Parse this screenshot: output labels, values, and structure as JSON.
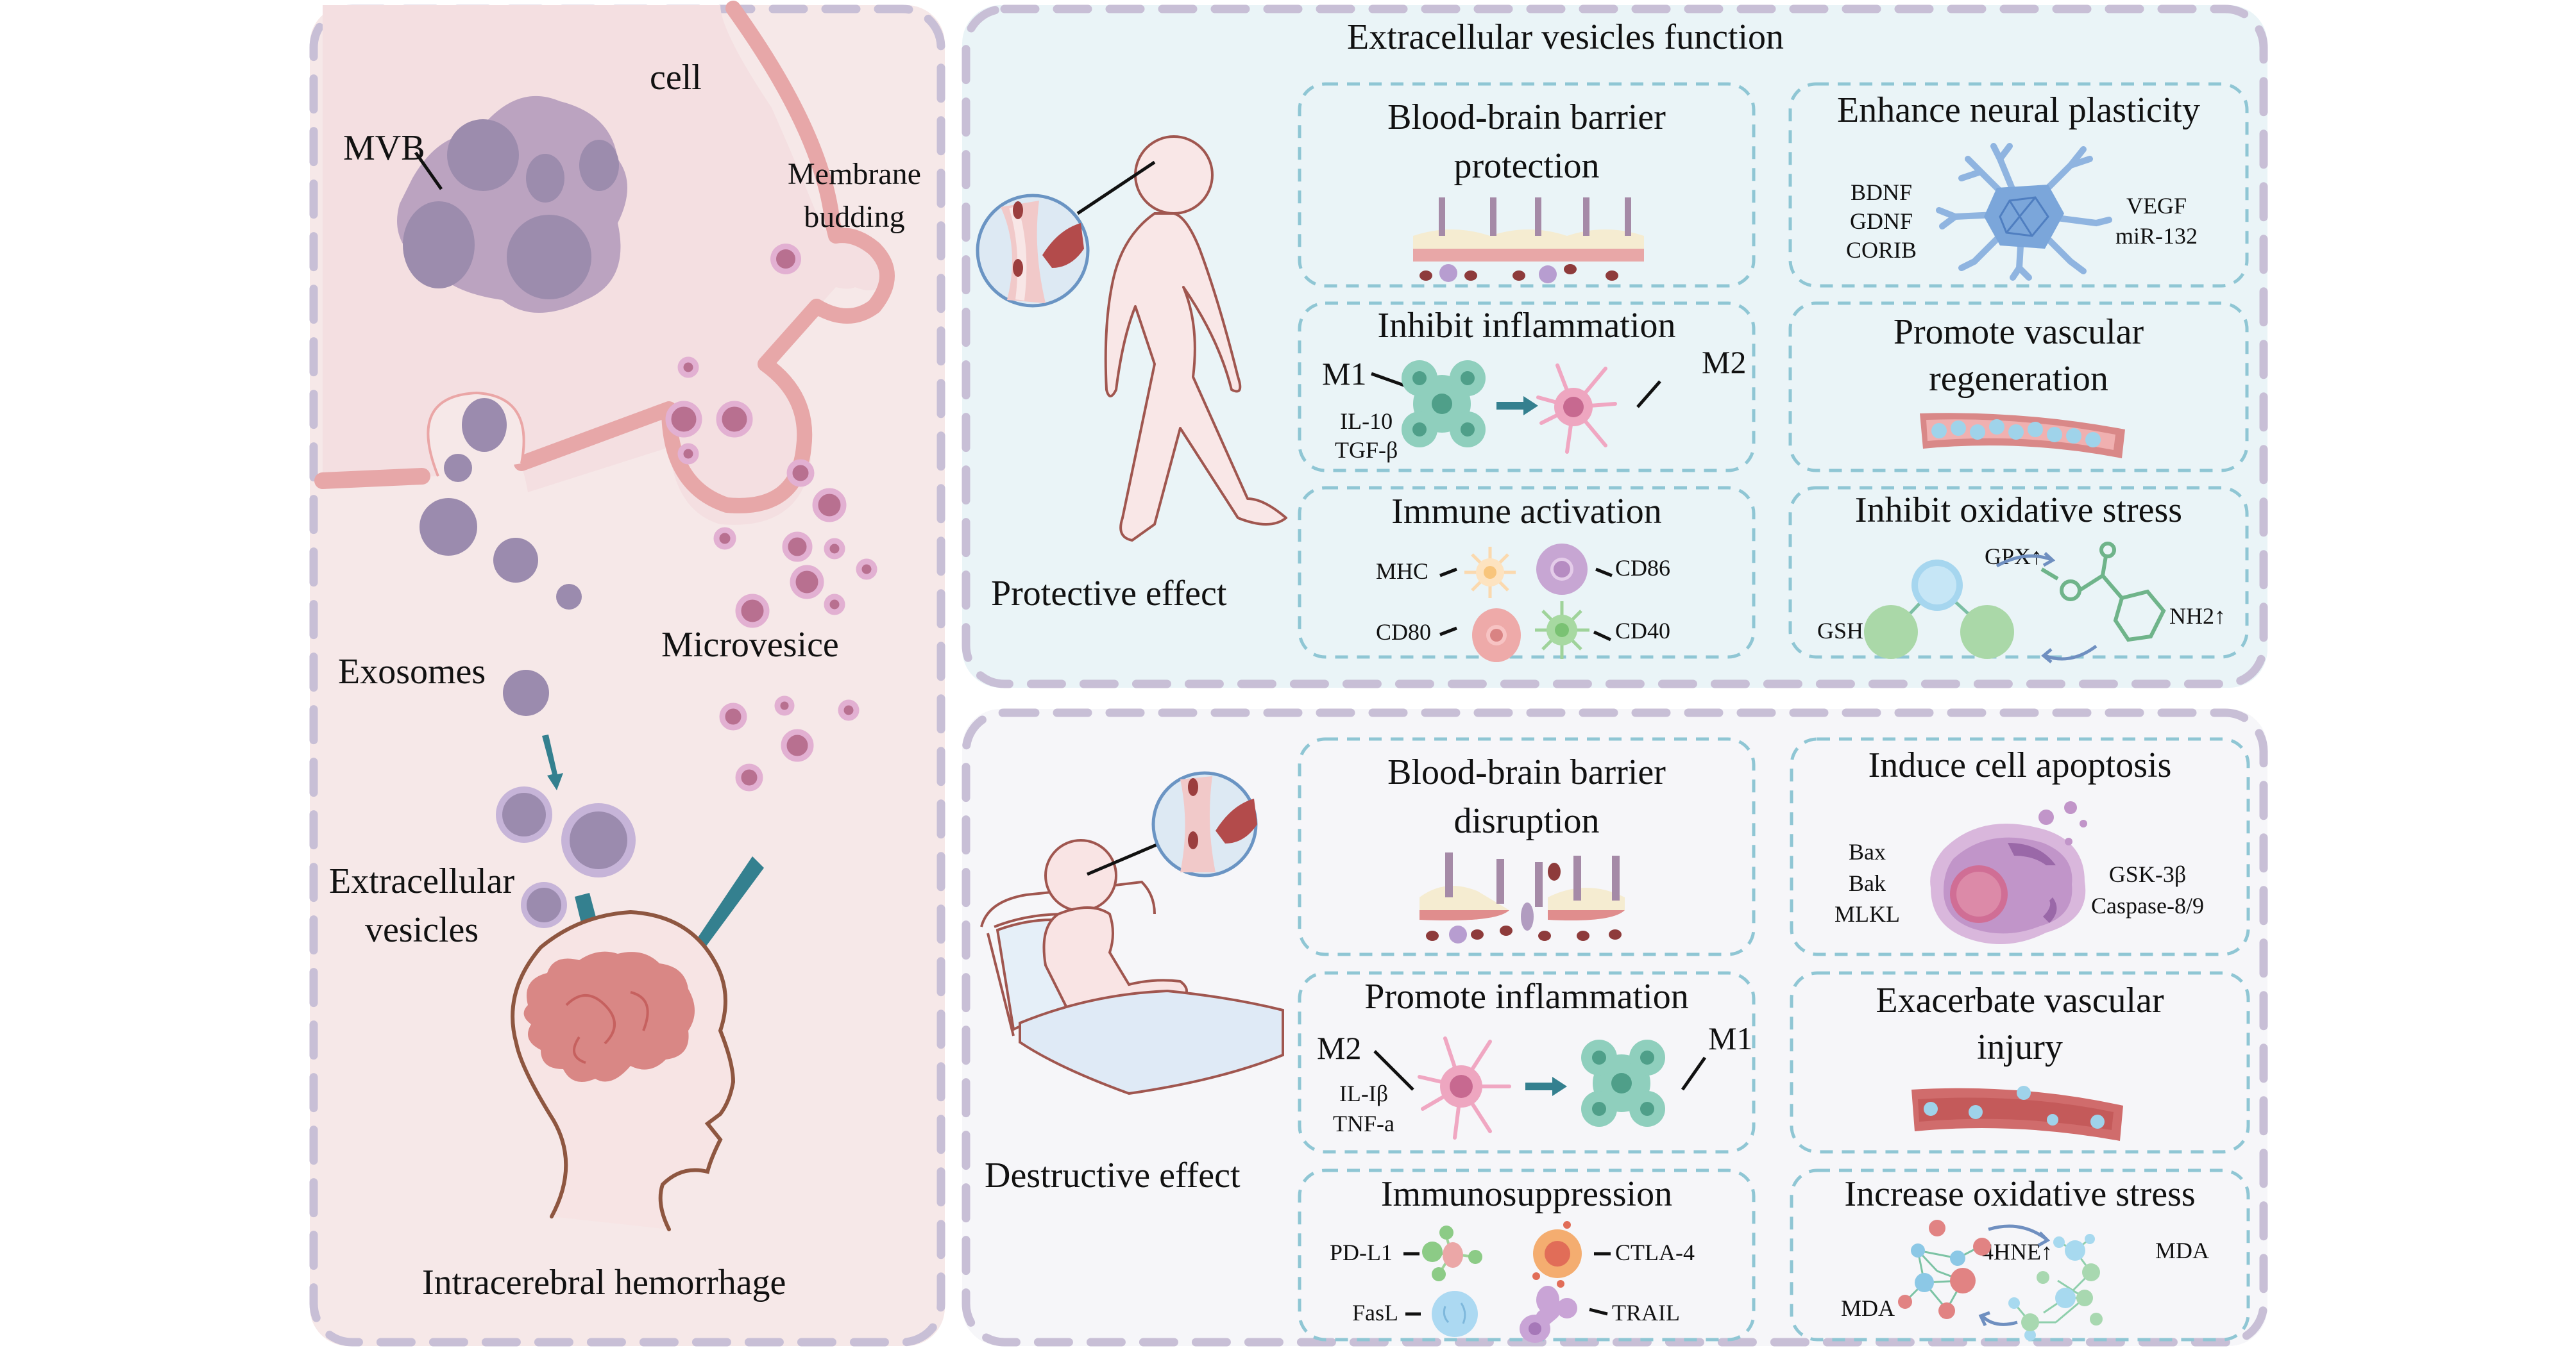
{
  "left_panel": {
    "cell_label": "cell",
    "mvb_label": "MVB",
    "membrane_budding_label": [
      "Membrane",
      "budding"
    ],
    "exosomes_label": "Exosomes",
    "microvesicle_label": "Microvesice",
    "ev_label": [
      "Extracellular",
      "vesicles"
    ],
    "caption": "Intracerebral hemorrhage"
  },
  "top_panel": {
    "title": "Extracellular vesicles function",
    "effect_label": "Protective effect",
    "boxes": {
      "bbb": {
        "title": [
          "Blood-brain barrier",
          "protection"
        ]
      },
      "neural": {
        "title": "Enhance neural plasticity",
        "left_labels": [
          "BDNF",
          "GDNF",
          "CORIB"
        ],
        "right_labels": [
          "VEGF",
          "miR-132"
        ]
      },
      "inflammation": {
        "title": "Inhibit inflammation",
        "from": "M1",
        "to": "M2",
        "cytokines": [
          "IL-10",
          "TGF-β"
        ]
      },
      "vascular": {
        "title": [
          "Promote vascular",
          "regeneration"
        ]
      },
      "immune": {
        "title": "Immune activation",
        "labels": [
          "MHC",
          "CD86",
          "CD80",
          "CD40"
        ]
      },
      "oxidative": {
        "title": "Inhibit oxidative stress",
        "labels": [
          "GPX↑",
          "NH2↑",
          "GSH"
        ]
      }
    }
  },
  "bottom_panel": {
    "effect_label": "Destructive effect",
    "boxes": {
      "bbb": {
        "title": [
          "Blood-brain barrier",
          "disruption"
        ]
      },
      "apoptosis": {
        "title": "Induce cell apoptosis",
        "left_labels": [
          "Bax",
          "Bak",
          "MLKL"
        ],
        "right_labels": [
          "GSK-3β",
          "Caspase-8/9"
        ]
      },
      "inflammation": {
        "title": "Promote inflammation",
        "from": "M2",
        "to": "M1",
        "cytokines": [
          "IL-Iβ",
          "TNF-a"
        ]
      },
      "vascular": {
        "title": [
          "Exacerbate vascular",
          "injury"
        ]
      },
      "immuno": {
        "title": "Immunosuppression",
        "labels": [
          "PD-L1",
          "CTLA-4",
          "FasL",
          "TRAIL"
        ]
      },
      "oxidative": {
        "title": "Increase oxidative stress",
        "labels": [
          "4HNE↑",
          "MDA",
          "MDA"
        ]
      }
    }
  },
  "colors": {
    "outer_dash": "#c8bfd6",
    "inner_dash": "#8fc6d4",
    "left_bg": "#f6e8e8",
    "top_bg": "#eaf4f7",
    "bottom_bg": "#f6f6f9",
    "membrane": "#e7a7a8",
    "exosome": "#9b8bae",
    "microvesicle": "#b87090",
    "arrow": "#34808f"
  }
}
